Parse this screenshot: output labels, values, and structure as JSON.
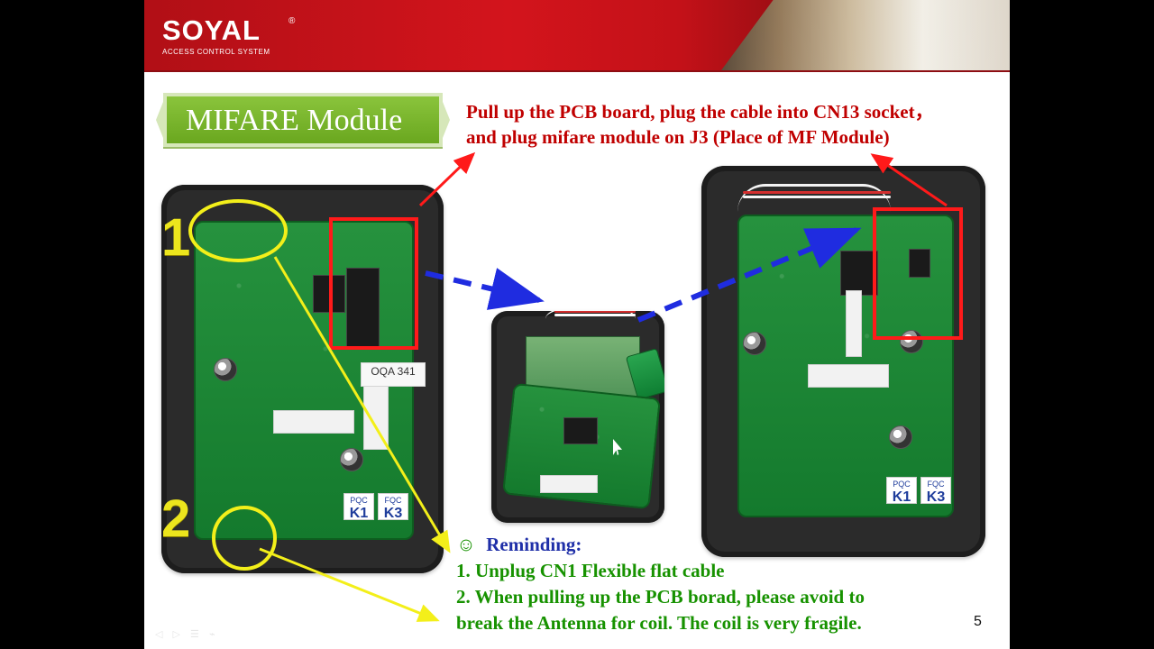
{
  "header": {
    "brand_name": "SOYAL",
    "brand_registered": "®",
    "brand_subtitle": "ACCESS CONTROL SYSTEM"
  },
  "slide": {
    "title": "MIFARE Module",
    "instruction_line_1": "Pull up the PCB board, plug the cable into CN13 socket，",
    "instruction_line_2": "and plug mifare module on J3 (Place of MF Module)",
    "page_number": "5"
  },
  "callouts": {
    "number_1": "1",
    "number_2": "2",
    "label_oqa": "OQA 341",
    "left_sticker_1_top": "PQC",
    "left_sticker_1_bottom": "K1",
    "left_sticker_2_top": "FQC",
    "left_sticker_2_bottom": "K3",
    "right_sticker_1_top": "PQC",
    "right_sticker_1_bottom": "K1",
    "right_sticker_2_top": "FQC",
    "right_sticker_2_bottom": "K3"
  },
  "reminder": {
    "icon": "smiley-icon",
    "title": "Reminding:",
    "line_1": "1. Unplug CN1 Flexible flat cable",
    "line_2": "2. When pulling up the PCB borad, please avoid to",
    "line_3": "break the Antenna for coil. The coil is very fragile."
  },
  "colors": {
    "header_red": "#c31118",
    "title_green": "#7ab72f",
    "instruction_red": "#c00000",
    "reminder_blue": "#1f2fa8",
    "reminder_green": "#179200",
    "highlight_yellow": "#f3ef1a",
    "highlight_red": "#ff1a1a",
    "arrow_blue": "#1f2ce0"
  }
}
